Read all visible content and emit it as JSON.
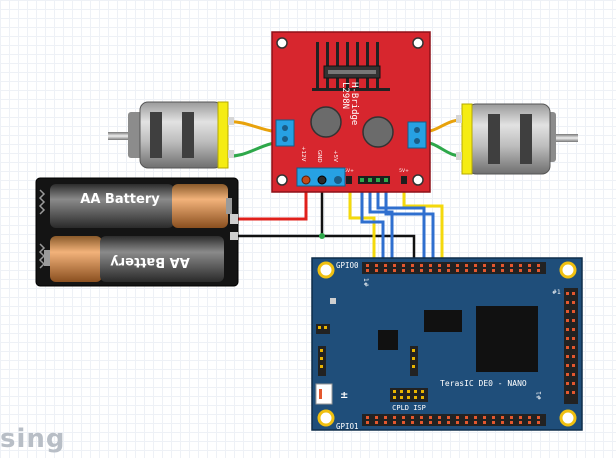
{
  "hbridge": {
    "label_line1": "L298N",
    "label_line2": "H-Bridge",
    "pin_12v": "+12V",
    "pin_gnd": "GND",
    "pin_5v": "+5V",
    "pin_5v_small_left": "5V+",
    "pin_5v_small_right": "5V+",
    "color": "#d7262e"
  },
  "battery_pack": {
    "cell1_label": "AA Battery",
    "cell2_label": "AA Battery"
  },
  "de0_nano": {
    "title": "TerasIC DE0 - NANO",
    "gpio0_label": "GPIO0",
    "gpio1_label": "GPIO1",
    "cpld_label": "CPLD ISP",
    "pin1_label_top": "#1",
    "pin1_label_left": "1#",
    "pin1_label_right": "#1",
    "board_color": "#1f4e7a"
  },
  "watermark": {
    "text": "sing"
  },
  "wire_colors": {
    "red": "#e0201b",
    "black": "#111111",
    "yellow": "#f4d90c",
    "blue": "#2f6fcf",
    "green": "#2ea84a",
    "orange": "#e8a20c"
  }
}
